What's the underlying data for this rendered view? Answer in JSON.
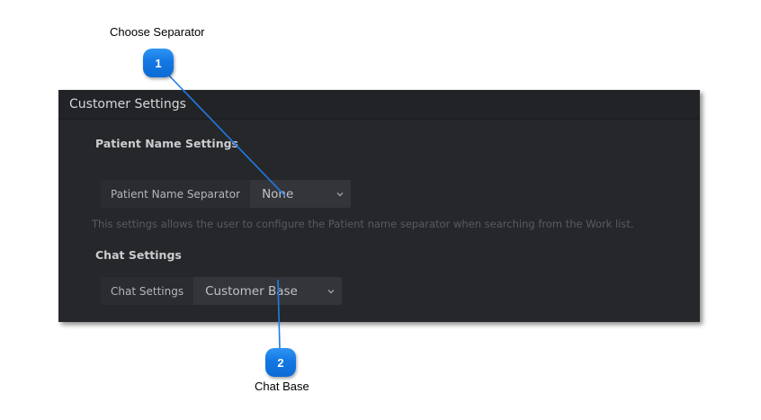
{
  "colors": {
    "accent_blue": "#1377e3",
    "connector_blue": "#1f7ce6",
    "panel_body": "#26272b",
    "panel_header": "#222327",
    "field_label_bg": "#2b2c31",
    "field_select_bg": "#34353b",
    "page_bg": "#ffffff"
  },
  "icons": {
    "dropdown_chevron": "chevron-down"
  },
  "callouts": [
    {
      "number": "1",
      "label": "Choose Separator"
    },
    {
      "number": "2",
      "label": "Chat Base"
    }
  ],
  "panel": {
    "title": "Customer Settings",
    "sections": [
      {
        "heading": "Patient Name Settings",
        "field": {
          "label": "Patient Name Separator",
          "value": "None"
        },
        "description": "This settings allows the user to configure the Patient name separator when searching from the Work list."
      },
      {
        "heading": "Chat Settings",
        "field": {
          "label": "Chat Settings",
          "value": "Customer Base"
        },
        "description": ""
      }
    ]
  }
}
